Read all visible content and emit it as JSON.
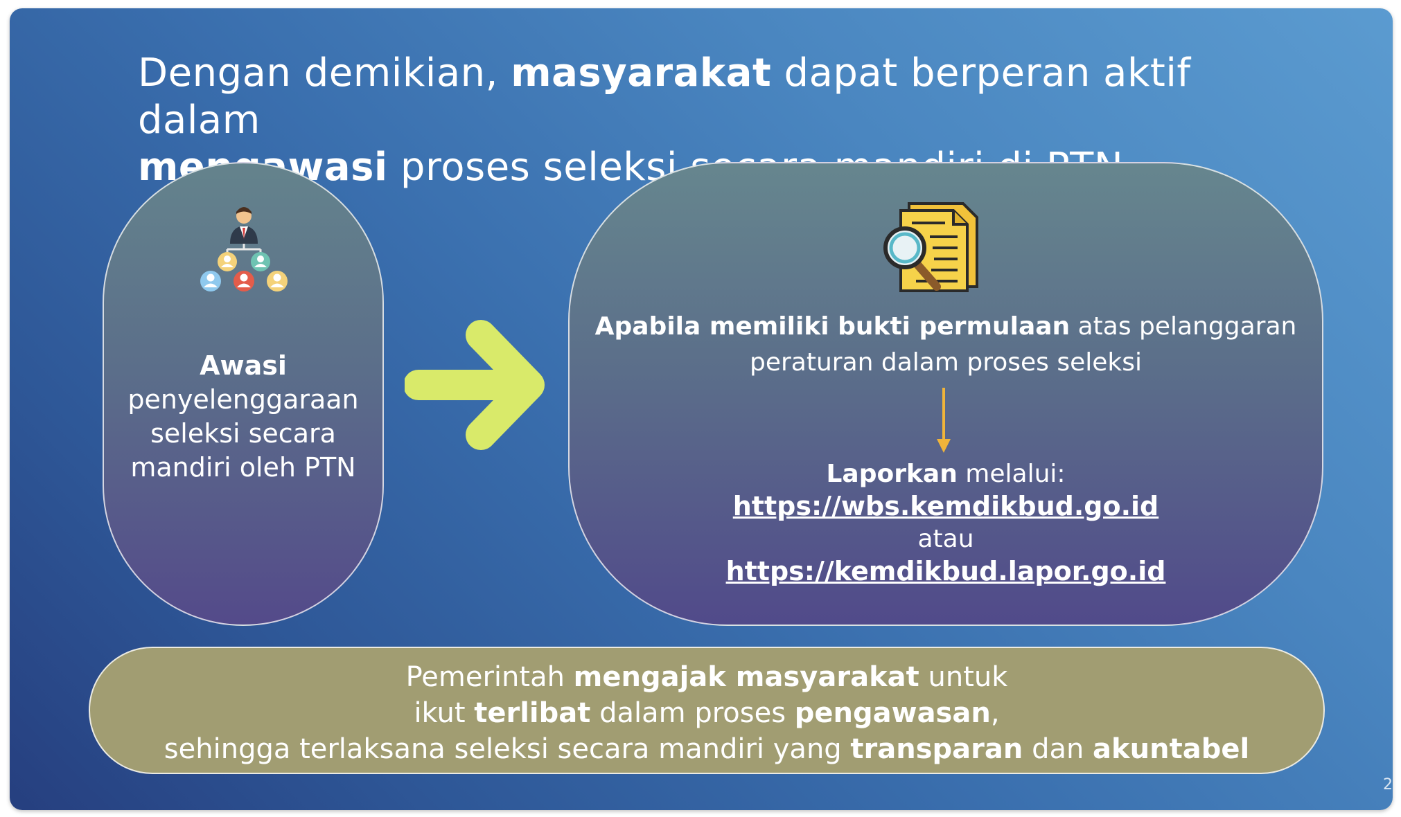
{
  "title": {
    "l1_a": "Dengan demikian, ",
    "l1_b": "masyarakat",
    "l1_c": " dapat berperan aktif dalam",
    "l2_a": "mengawasi",
    "l2_b": " proses seleksi secara mandiri di PTN"
  },
  "left_card": {
    "icon": "organization-people-icon",
    "heading": "Awasi",
    "lines": [
      "penyelenggaraan",
      "seleksi secara",
      "mandiri oleh PTN"
    ]
  },
  "arrow": {
    "icon": "arrow-right-icon",
    "color": "#d9ea6a"
  },
  "right_card": {
    "icon": "document-magnifier-icon",
    "cond_bold": "Apabila memiliki bukti permulaan",
    "cond_rest": " atas pelanggaran",
    "cond_line2": "peraturan dalam proses seleksi",
    "down_arrow": "arrow-down-icon",
    "report_bold": "Laporkan",
    "report_rest": " melalui:",
    "link1": "https://wbs.kemdikbud.go.id",
    "or": "atau",
    "link2": "https://kemdikbud.lapor.go.id"
  },
  "bottom": {
    "r1_a": "Pemerintah ",
    "r1_b": "mengajak masyarakat",
    "r1_c": " untuk",
    "r2_a": "ikut ",
    "r2_b": "terlibat",
    "r2_c": " dalam proses ",
    "r2_d": "pengawasan",
    "r2_e": ",",
    "r3_a": "sehingga terlaksana seleksi secara mandiri yang ",
    "r3_b": "transparan",
    "r3_c": " dan ",
    "r3_d": "akuntabel"
  },
  "page_number": "2"
}
